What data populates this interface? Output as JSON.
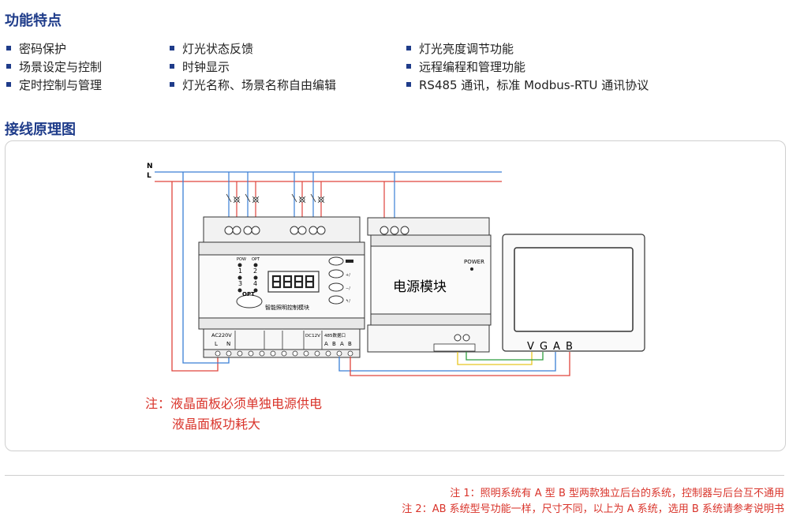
{
  "sections": {
    "features_title": "功能特点",
    "wiring_title": "接线原理图"
  },
  "features": {
    "col1": [
      "密码保护",
      "场景设定与控制",
      "定时控制与管理"
    ],
    "col2": [
      "灯光状态反馈",
      "时钟显示",
      "灯光名称、场景名称自由编辑"
    ],
    "col3": [
      "灯光亮度调节功能",
      "远程编程和管理功能",
      "RS485 通讯，标准 Modbus-RTU 通讯协议"
    ]
  },
  "diagram": {
    "bus_n": "N",
    "bus_l": "L",
    "controller": {
      "pow_label": "POW",
      "opt_label": "OPT",
      "ch1": "1",
      "ch2": "2",
      "ch3": "3",
      "ch4": "4",
      "opt_button": "OPT",
      "name": "智能照明控制模块",
      "ac_label": "AC220V",
      "term_l": "L",
      "term_n": "N",
      "dc_label": "DC12V",
      "rs485_label": "485数据口",
      "rs485_a1": "A",
      "rs485_b1": "B",
      "rs485_a2": "A",
      "rs485_b2": "B"
    },
    "power_module": {
      "power_label": "POWER",
      "name": "电源模块"
    },
    "lcd_panel": {
      "label_v": "V",
      "label_g": "G",
      "label_a": "A",
      "label_b": "B"
    },
    "colors": {
      "n_wire": "#3a7fd5",
      "l_wire": "#e0443c",
      "green_wire": "#2f9e3e",
      "yellow_wire": "#e8c520",
      "device_border": "#333333"
    }
  },
  "notes": {
    "line1": "注：液晶面板必须单独电源供电",
    "line2": "液晶面板功耗大"
  },
  "footnotes": {
    "line1": "注 1：照明系统有 A 型 B 型两款独立后台的系统，控制器与后台互不通用",
    "line2": "注 2：AB 系统型号功能一样，尺寸不同，以上为 A 系统，选用 B 系统请参考说明书"
  }
}
